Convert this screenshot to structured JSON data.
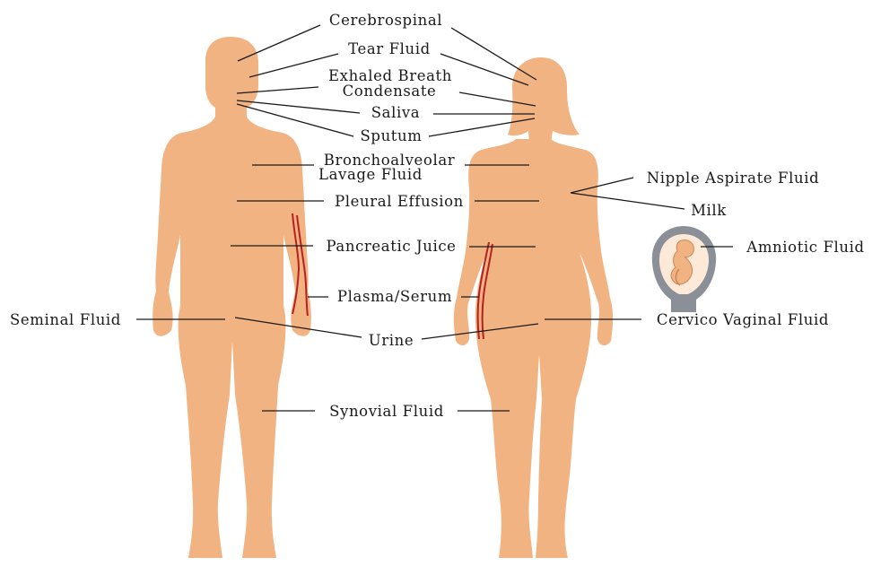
{
  "labels": {
    "cerebrospinal": "Cerebrospinal",
    "tear_fluid": "Tear Fluid",
    "exhaled_breath_1": "Exhaled Breath",
    "exhaled_breath_2": "Condensate",
    "saliva": "Saliva",
    "sputum": "Sputum",
    "bal_1": "Bronchoalveolar",
    "bal_2": "Lavage Fluid",
    "pleural_effusion": "Pleural Effusion",
    "pancreatic_juice": "Pancreatic Juice",
    "plasma_serum": "Plasma/Serum",
    "seminal_fluid": "Seminal Fluid",
    "urine": "Urine",
    "synovial_fluid": "Synovial Fluid",
    "nipple_aspirate_fluid": "Nipple Aspirate Fluid",
    "milk": "Milk",
    "amniotic_fluid": "Amniotic Fluid",
    "cervico_vaginal_fluid": "Cervico Vaginal Fluid"
  },
  "colors": {
    "skin": "#f2b382",
    "vessel": "#b52020",
    "line": "#1a1a1a",
    "womb_outer": "#8a8f98",
    "womb_inner": "#fde9d8"
  }
}
